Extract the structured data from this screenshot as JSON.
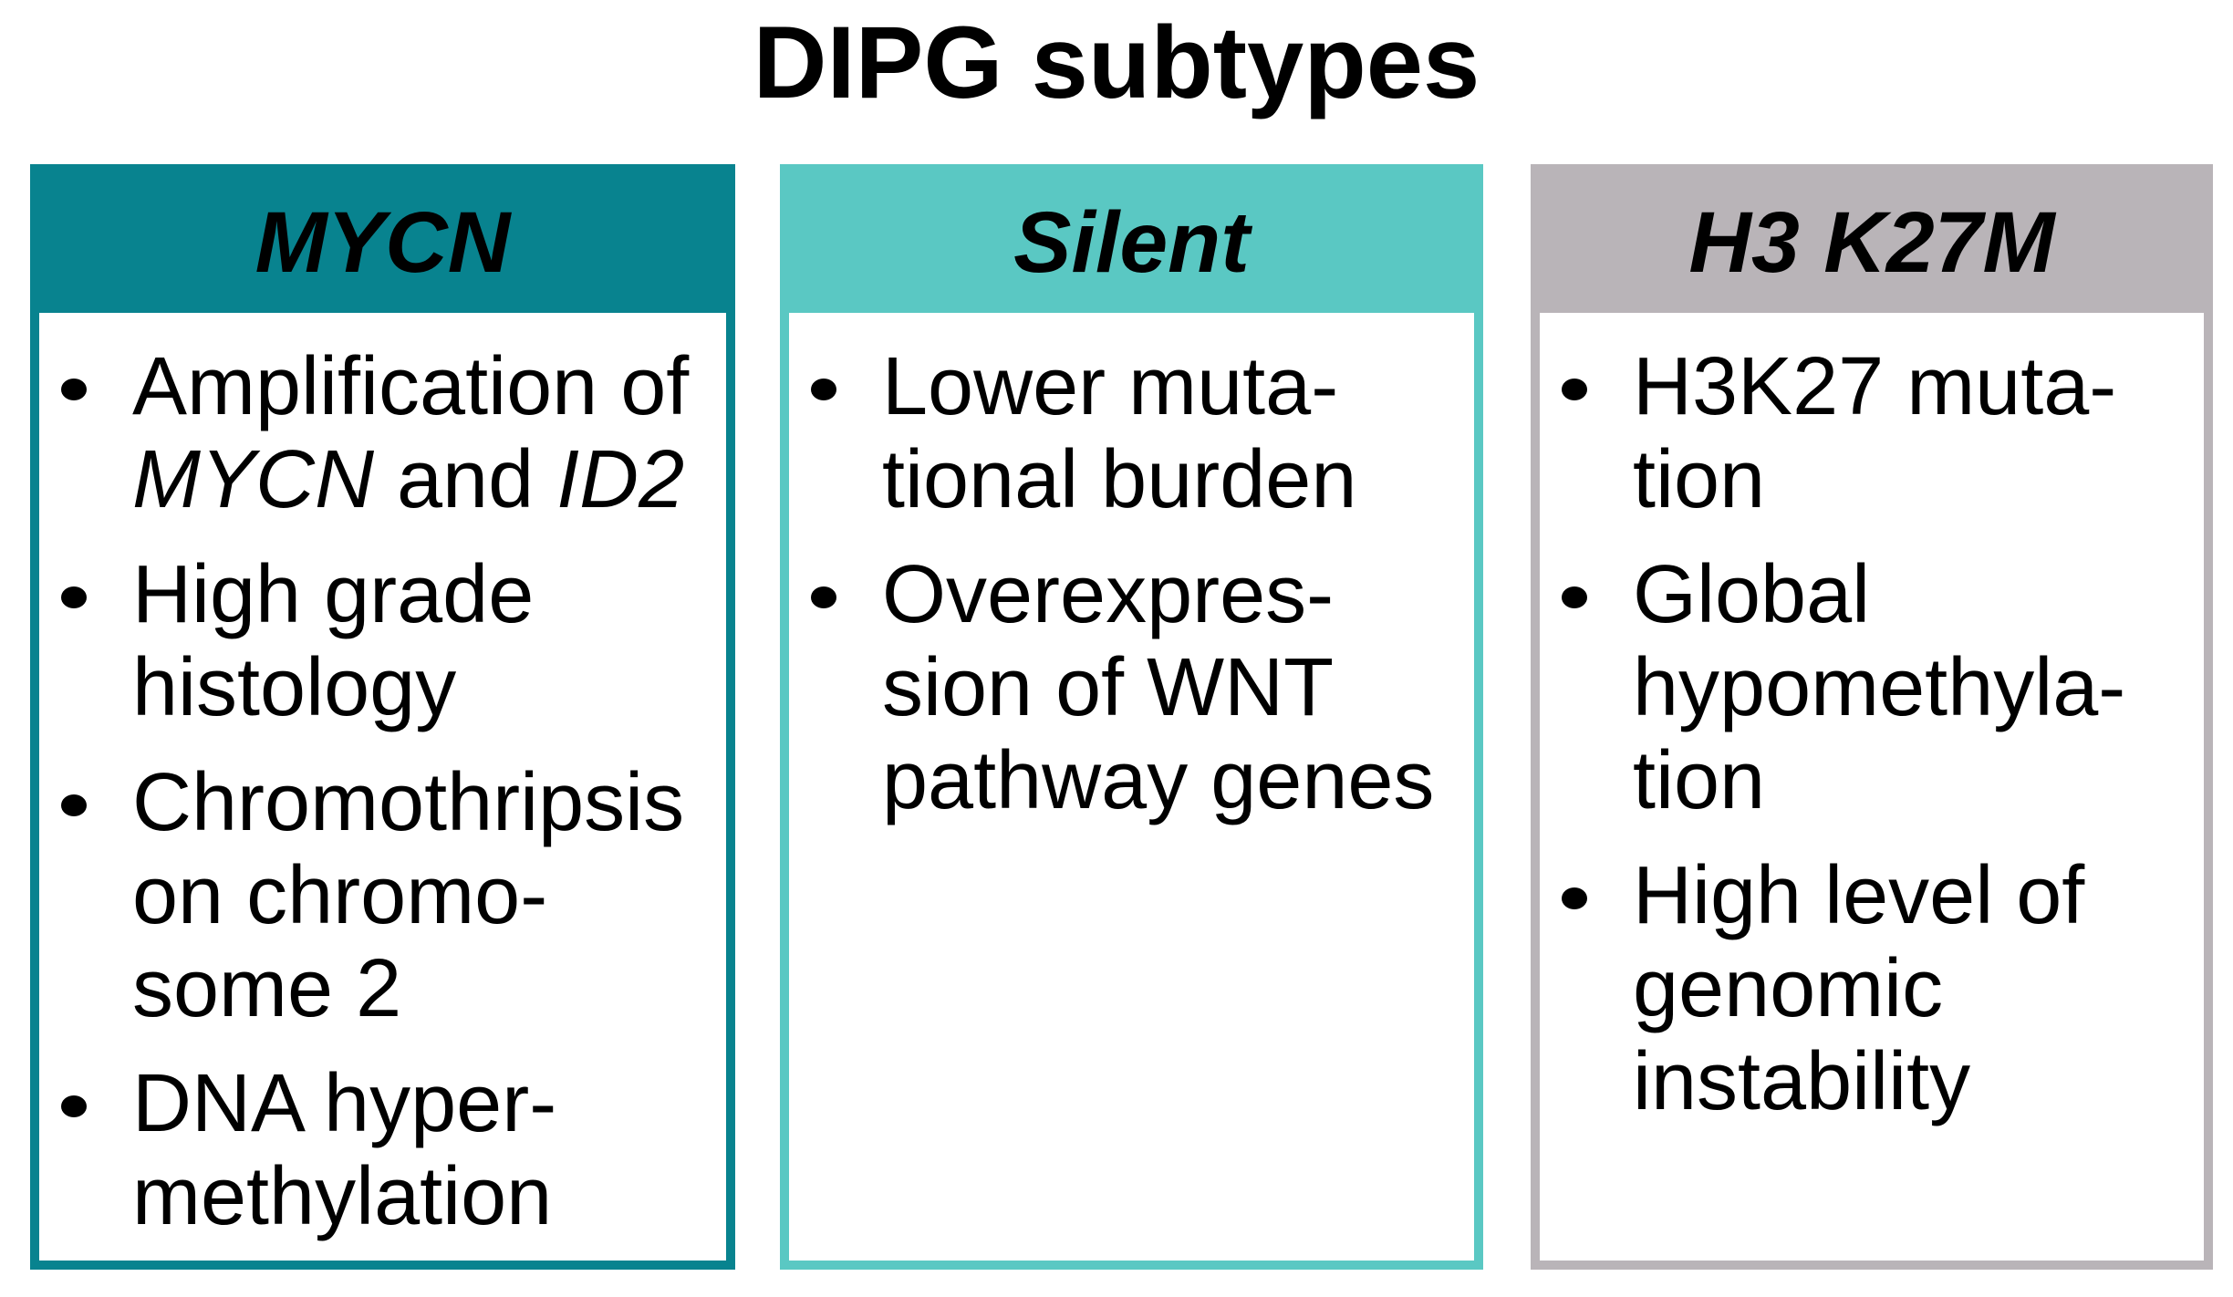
{
  "title": "DIPG subtypes",
  "colors": {
    "mycn_teal": "#08838F",
    "silent_turquoise": "#5AC8C3",
    "h3k27m_gray": "#B9B4B8",
    "text": "#000000",
    "body_background": "#FFFFFF"
  },
  "columns": [
    {
      "id": "mycn",
      "header": "MYCN",
      "color": "#08838F",
      "bullets": [
        {
          "segments": [
            {
              "text": "Amplification of\n",
              "italic": false
            },
            {
              "text": "MYCN",
              "italic": true
            },
            {
              "text": " and ",
              "italic": false
            },
            {
              "text": "ID2",
              "italic": true
            }
          ]
        },
        {
          "segments": [
            {
              "text": "High grade\nhistology",
              "italic": false
            }
          ]
        },
        {
          "segments": [
            {
              "text": "Chromothripsis\non chromo-\nsome 2",
              "italic": false
            }
          ]
        },
        {
          "segments": [
            {
              "text": "DNA hyper-\nmethylation",
              "italic": false
            }
          ]
        }
      ]
    },
    {
      "id": "silent",
      "header": "Silent",
      "color": "#5AC8C3",
      "bullets": [
        {
          "segments": [
            {
              "text": "Lower muta-\ntional burden",
              "italic": false
            }
          ]
        },
        {
          "segments": [
            {
              "text": "Overexpres-\nsion of WNT\npathway genes",
              "italic": false
            }
          ]
        }
      ]
    },
    {
      "id": "h3k27m",
      "header": "H3 K27M",
      "color": "#B9B4B8",
      "bullets": [
        {
          "segments": [
            {
              "text": "H3K27 muta-\ntion",
              "italic": false
            }
          ]
        },
        {
          "segments": [
            {
              "text": "Global\nhypomethyla-\ntion",
              "italic": false
            }
          ]
        },
        {
          "segments": [
            {
              "text": "High level of\ngenomic\ninstability",
              "italic": false
            }
          ]
        }
      ]
    }
  ]
}
